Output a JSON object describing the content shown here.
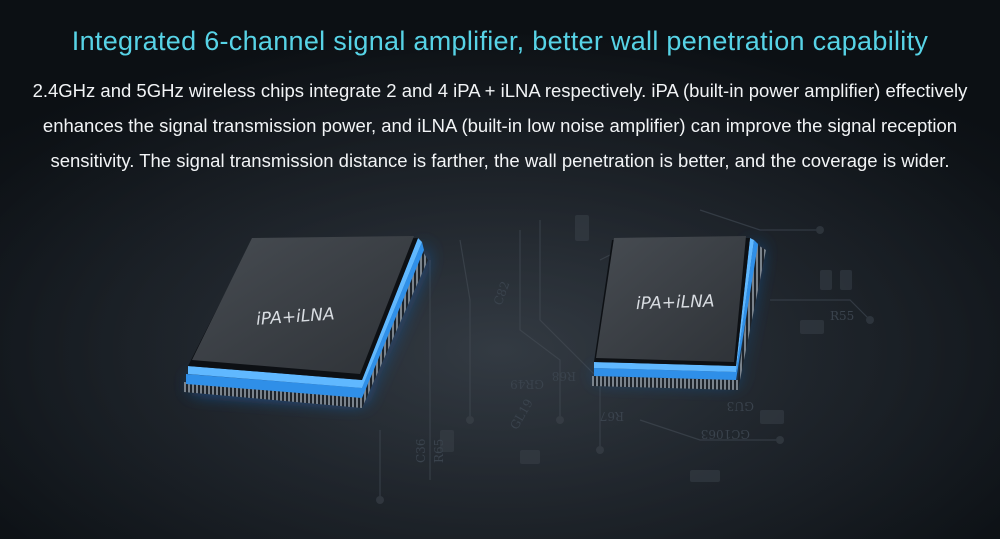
{
  "headline": "Integrated 6-channel signal amplifier, better wall penetration capability",
  "description": "2.4GHz and 5GHz wireless chips integrate 2 and 4 iPA + iLNA respectively. iPA (built-in power amplifier) effectively enhances the signal transmission power, and iLNA (built-in low noise amplifier) can improve the signal reception sensitivity. The signal transmission distance is farther, the wall penetration is better, and the coverage is wider.",
  "chips": [
    {
      "label": "iPA+iLNA"
    },
    {
      "label": "iPA+iLNA"
    }
  ],
  "board_markings": [
    "R68",
    "GR49",
    "GL19",
    "C36",
    "R65",
    "C82",
    "R55",
    "GC1063",
    "GU3",
    "R67"
  ],
  "colors": {
    "headline": "#57d3e6",
    "text": "#f2f4f6",
    "chip_glow": "#2f8fe8",
    "chip_top": "#3a3f45"
  }
}
